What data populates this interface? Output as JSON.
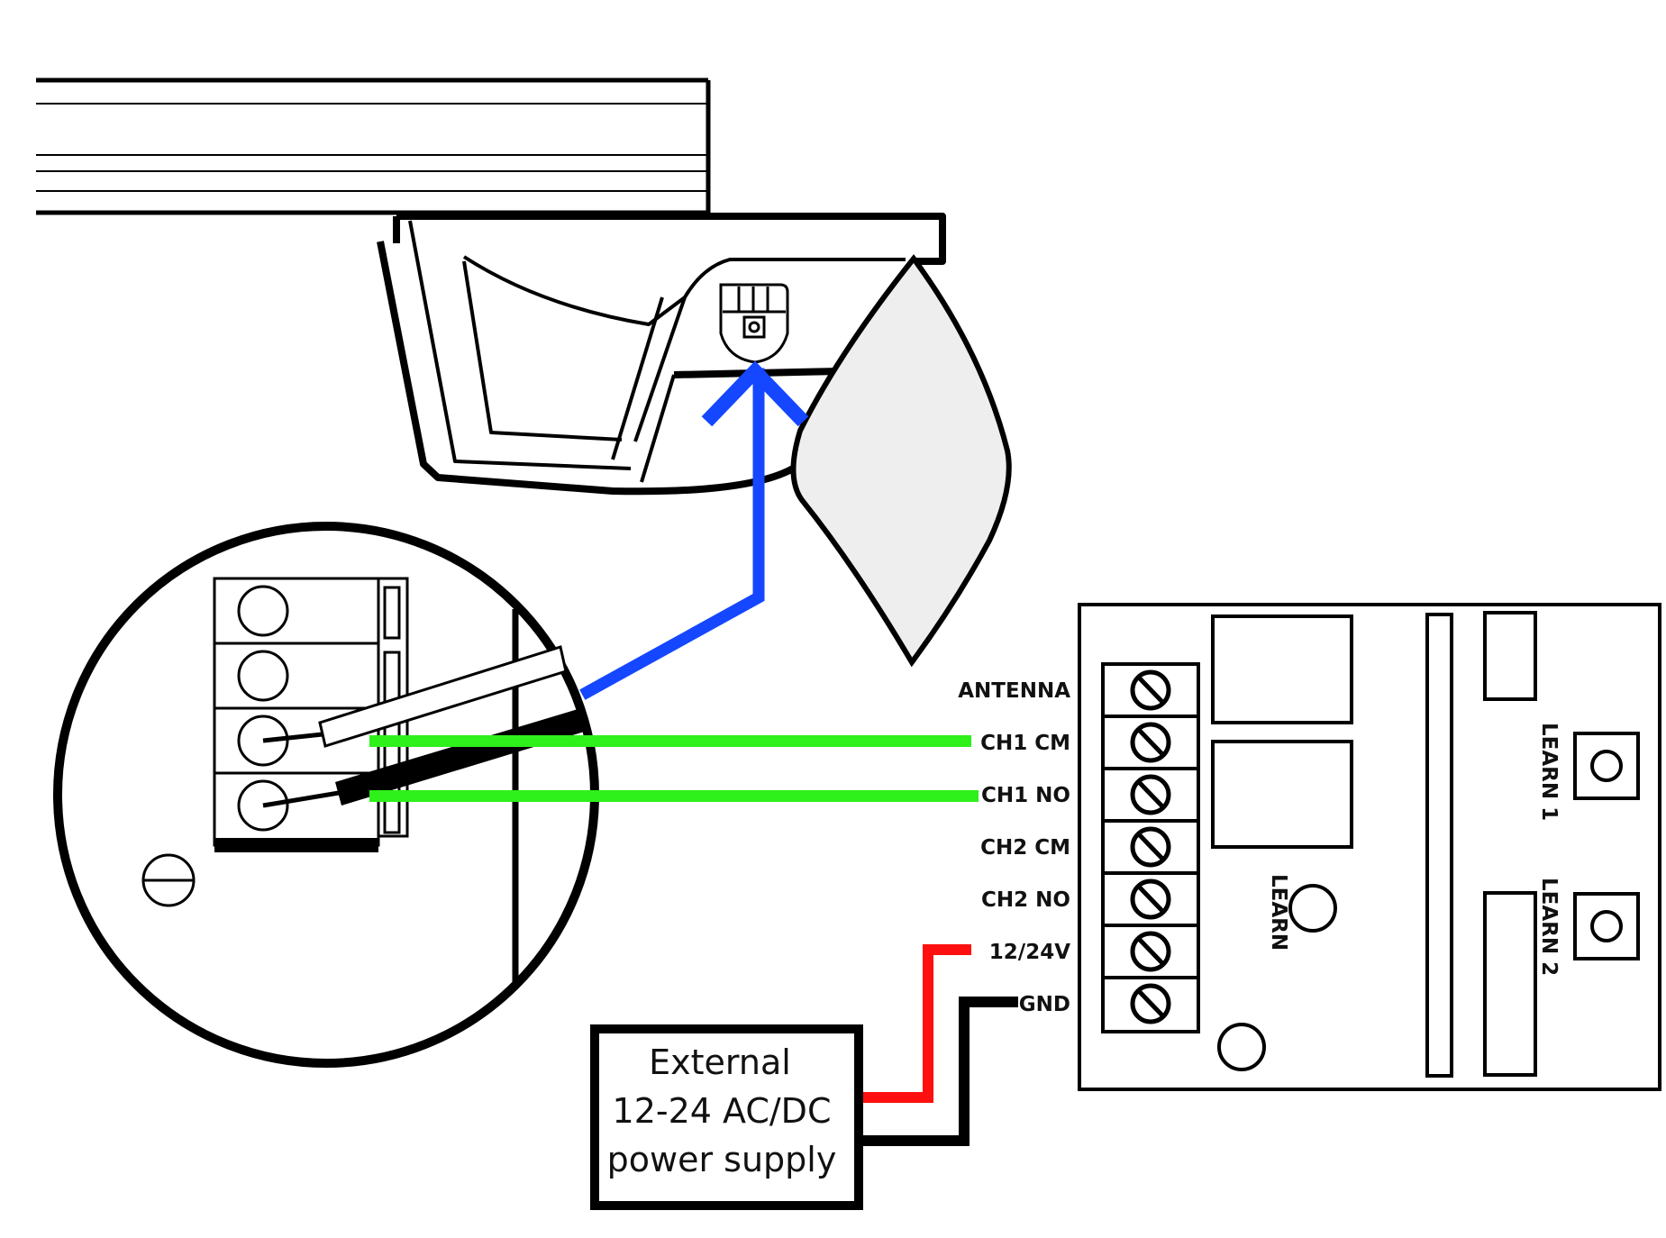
{
  "colors": {
    "signal_wire": "#1447ff",
    "relay_wires": "#2ef01a",
    "positive_wire": "#ff1010",
    "ground_wire": "#000000",
    "sensor_fill": "#eeeeee"
  },
  "receiver": {
    "terminals": [
      "ANTENNA",
      "CH1 CM",
      "CH1 NO",
      "CH2 CM",
      "CH2 NO",
      "12/24V",
      "GND"
    ],
    "learn_buttons": {
      "main": "LEARN",
      "channel1": "LEARN 1",
      "channel2": "LEARN 2"
    }
  },
  "power_supply": {
    "lines": [
      "External",
      "12-24 AC/DC",
      "power supply"
    ]
  }
}
